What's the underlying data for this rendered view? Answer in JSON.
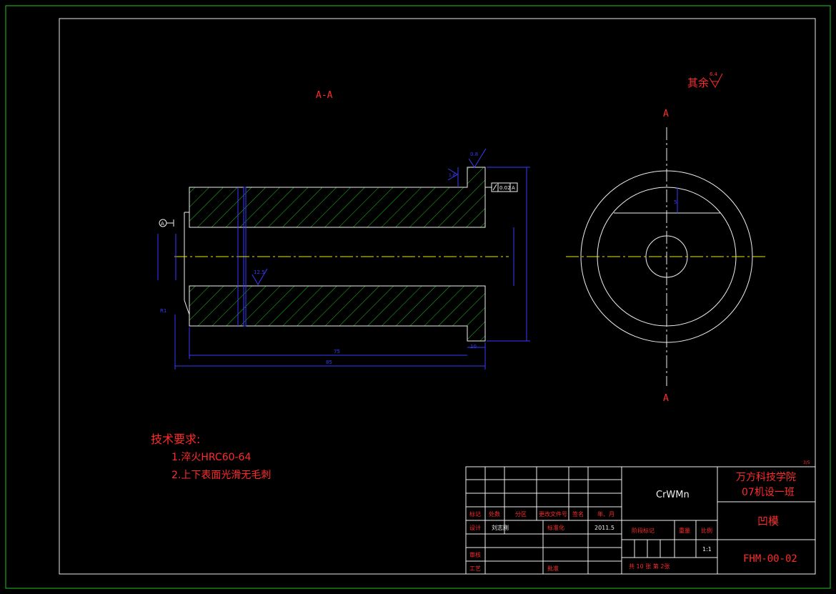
{
  "drawing": {
    "section_label": "A-A",
    "section_marker_top": "A",
    "section_marker_bottom": "A",
    "datum_label": "A",
    "roughness_other": "其余",
    "roughness_other_value": "6.4",
    "roughness_top_value": "0.8",
    "roughness_face_value": "1.6",
    "roughness_bore_value": "12.5",
    "runout_tolerance": "0.02",
    "runout_datum": "A",
    "dim_length_inner": "75",
    "dim_length_total": "85",
    "dim_shoulder": "10",
    "dim_radius": "R1",
    "dim_flat": "5",
    "material": "CrWMn"
  },
  "requirements": {
    "heading": "技术要求:",
    "items": [
      "1.淬火HRC60-64",
      "2.上下表面光滑无毛刺"
    ]
  },
  "title_block": {
    "school_line1": "万方科技学院",
    "school_line2": "07机设一班",
    "part_name": "凹模",
    "drawing_no": "FHM-00-02",
    "material": "CrWMn",
    "header_cells": [
      "标记",
      "处数",
      "分区",
      "更改文件号",
      "签名",
      "年、月"
    ],
    "design_label": "设计",
    "designer": "刘志刚",
    "standard_label": "标准化",
    "date": "2011.5",
    "stage_label": "阶段标记",
    "weight_label": "重量",
    "scale_label": "比例",
    "scale": "1:1",
    "review_label": "审核",
    "process_label": "工艺",
    "approve_label": "批准",
    "sheets": "共 10 张   第 2张",
    "corner_tag": "3/5"
  }
}
